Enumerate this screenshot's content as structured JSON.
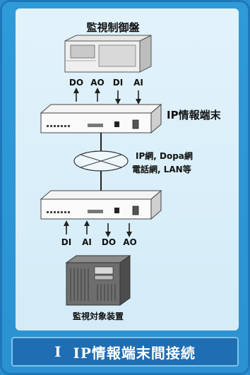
{
  "nodes": {
    "control_panel": "監視制御盤",
    "ip_terminal": "IP情報端末",
    "monitored_equipment": "監視対象装置"
  },
  "network": {
    "line1": "IP網, Dopa網",
    "line2": "電話網, LAN等"
  },
  "upper_signals": [
    "DO",
    "AO",
    "DI",
    "AI"
  ],
  "lower_signals": [
    "DI",
    "AI",
    "DO",
    "AO"
  ],
  "footer": {
    "numeral": "I",
    "title": "IP情報端末間接続"
  },
  "colors": {
    "background": "#2a8fd0",
    "panel": "#dcefF9",
    "title_bar": "#1f6db2"
  }
}
